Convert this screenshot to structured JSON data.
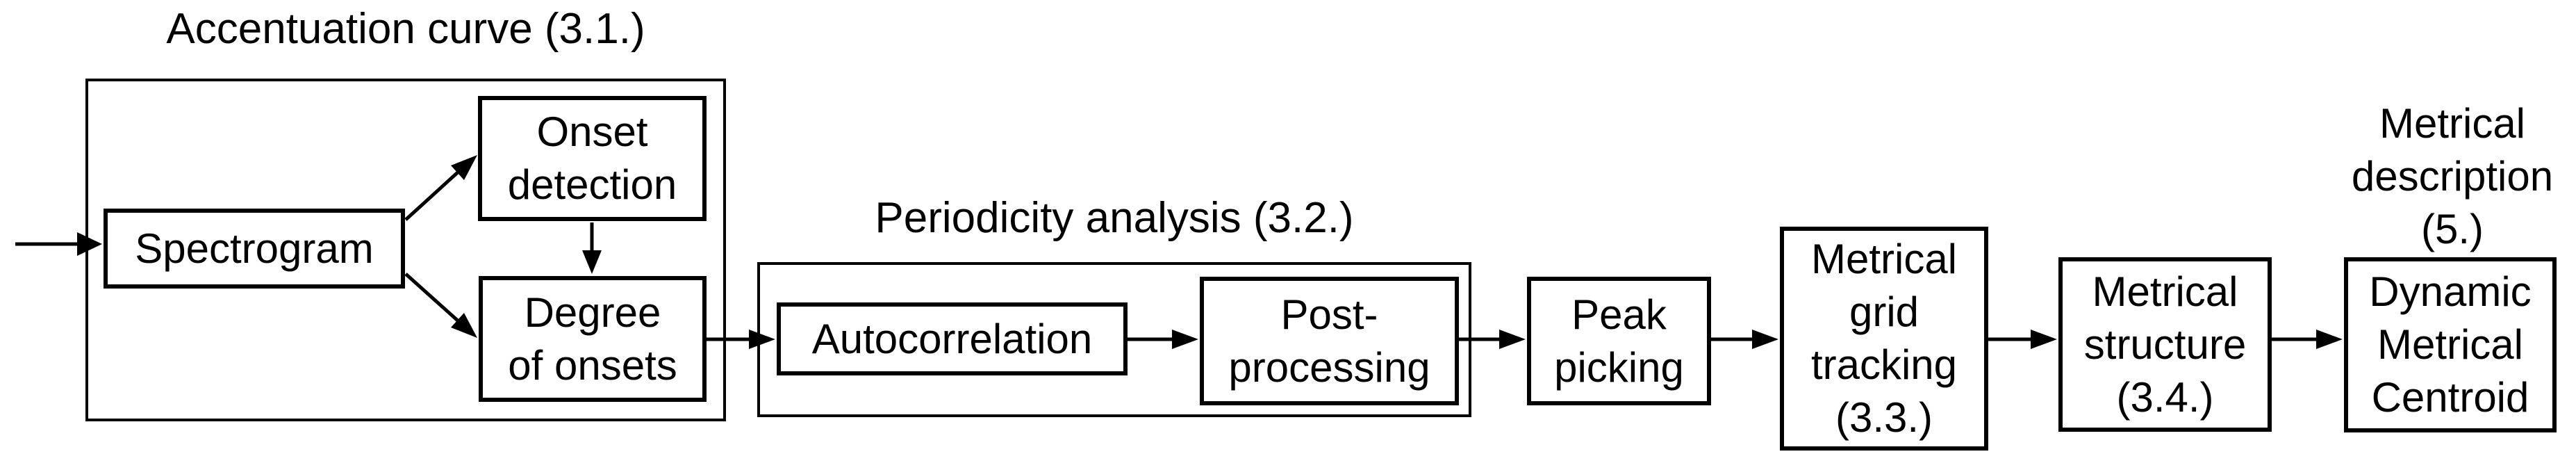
{
  "figure": {
    "background": "#ffffff",
    "ink": "#000000",
    "groups": [
      {
        "id": "accentuation-curve",
        "title": "Accentuation curve (3.1.)"
      },
      {
        "id": "periodicity-analysis",
        "title": "Periodicity analysis (3.2.)"
      }
    ],
    "nodes": [
      {
        "id": "spectrogram",
        "label": "Spectrogram"
      },
      {
        "id": "onset-detection",
        "label": "Onset\ndetection"
      },
      {
        "id": "degree-of-onsets",
        "label": "Degree\nof onsets"
      },
      {
        "id": "autocorrelation",
        "label": "Autocorrelation"
      },
      {
        "id": "post-processing",
        "label": "Post-\nprocessing"
      },
      {
        "id": "peak-picking",
        "label": "Peak\npicking"
      },
      {
        "id": "metrical-grid-tracking",
        "label": "Metrical\ngrid\ntracking\n(3.3.)"
      },
      {
        "id": "metrical-structure",
        "label": "Metrical\nstructure\n(3.4.)"
      },
      {
        "id": "dynamic-metrical-centroid",
        "label": "Dynamic\nMetrical\nCentroid"
      }
    ],
    "free_labels": [
      {
        "id": "metrical-description",
        "text": "Metrical\ndescription\n(5.)"
      }
    ],
    "edges": [
      {
        "from": "input",
        "to": "spectrogram"
      },
      {
        "from": "spectrogram",
        "to": "onset-detection"
      },
      {
        "from": "spectrogram",
        "to": "degree-of-onsets"
      },
      {
        "from": "onset-detection",
        "to": "degree-of-onsets"
      },
      {
        "from": "degree-of-onsets",
        "to": "autocorrelation"
      },
      {
        "from": "autocorrelation",
        "to": "post-processing"
      },
      {
        "from": "post-processing",
        "to": "peak-picking"
      },
      {
        "from": "peak-picking",
        "to": "metrical-grid-tracking"
      },
      {
        "from": "metrical-grid-tracking",
        "to": "metrical-structure"
      },
      {
        "from": "metrical-structure",
        "to": "dynamic-metrical-centroid"
      }
    ]
  }
}
